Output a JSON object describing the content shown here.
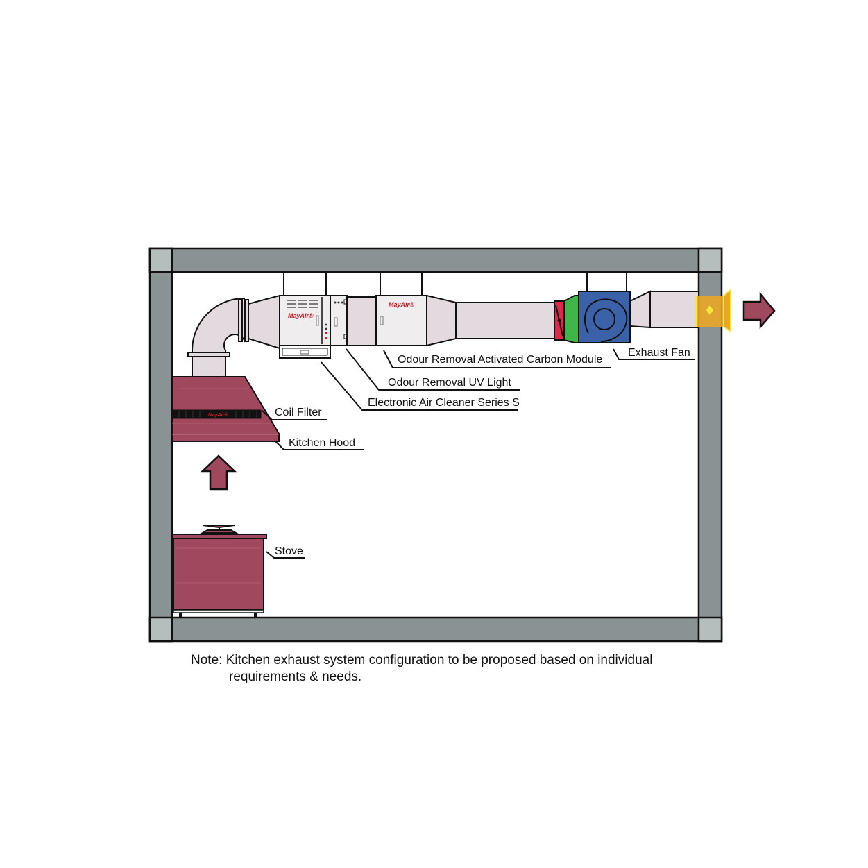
{
  "labels": {
    "carbon": "Odour Removal Activated Carbon Module",
    "exhaust_fan": "Exhaust Fan",
    "uv": "Odour Removal UV Light",
    "eac": "Electronic Air Cleaner Series S",
    "coil_filter": "Coil Filter",
    "kitchen_hood": "Kitchen Hood",
    "stove": "Stove"
  },
  "brand": {
    "name": "MayAir",
    "mark": "®"
  },
  "note": {
    "line1": "Note: Kitchen exhaust system configuration to be proposed based on individual",
    "line2": "requirements & needs."
  },
  "colors": {
    "wall": "#8a9393",
    "corner": "#b6bdbd",
    "duct": "#e3dadf",
    "hood": "#a0485e",
    "cabinet": "#efeded",
    "fan": "#3b62a8",
    "damper_red": "#d92b4a",
    "collar_green": "#3fb54a",
    "outlet_yellow": "#e9a627"
  }
}
